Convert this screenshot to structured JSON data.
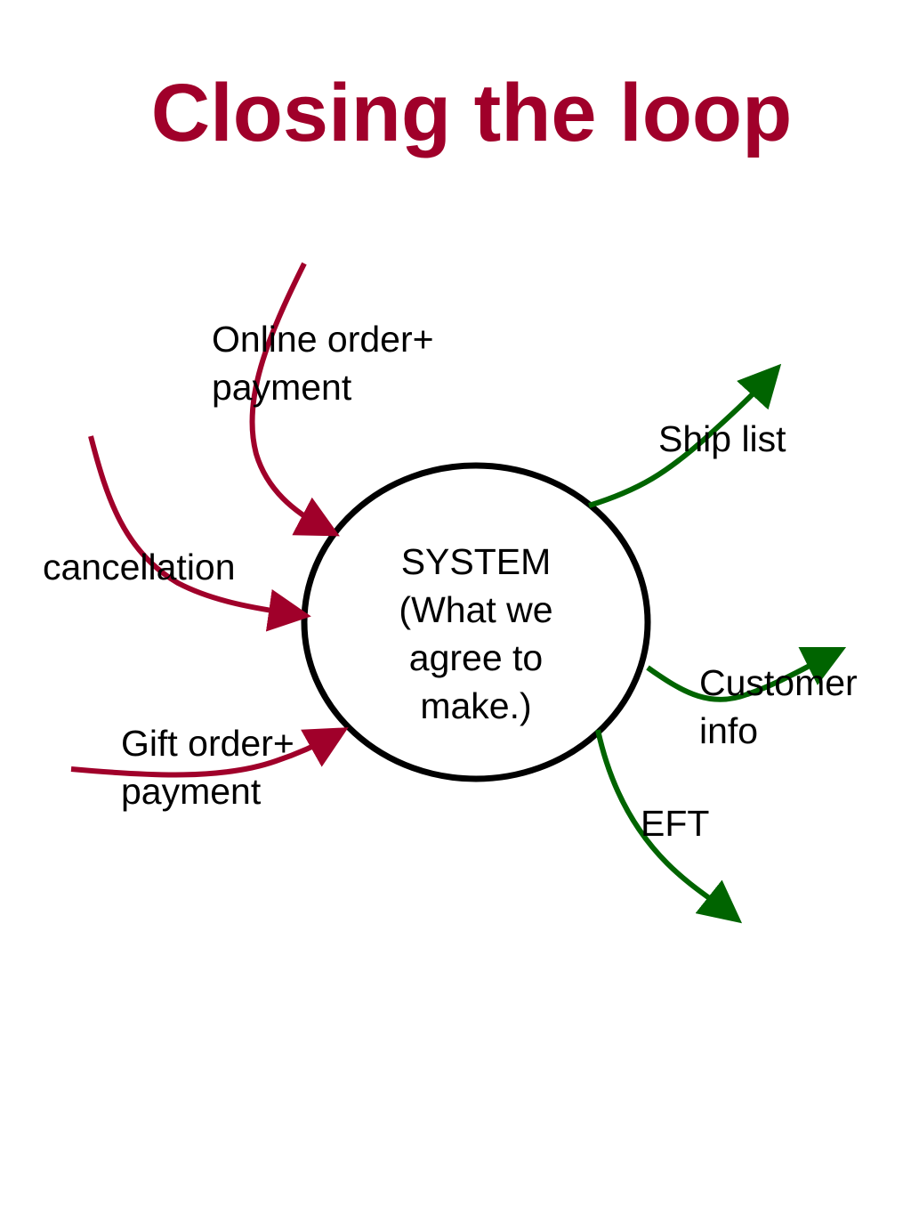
{
  "title": "Closing the loop",
  "colors": {
    "title": "#A0002A",
    "input_arrow": "#A0002A",
    "output_arrow": "#006400",
    "circle_stroke": "#000000"
  },
  "system": {
    "line1": "SYSTEM",
    "line2": "(What we",
    "line3": "agree to",
    "line4": "make.)"
  },
  "inputs": {
    "online_order": {
      "line1": "Online order+",
      "line2": "payment"
    },
    "cancellation": {
      "line1": "cancellation"
    },
    "gift_order": {
      "line1": "Gift order+",
      "line2": "payment"
    }
  },
  "outputs": {
    "ship_list": {
      "line1": "Ship list"
    },
    "customer_info": {
      "line1": "Customer",
      "line2": "info"
    },
    "eft": {
      "line1": "EFT"
    }
  }
}
